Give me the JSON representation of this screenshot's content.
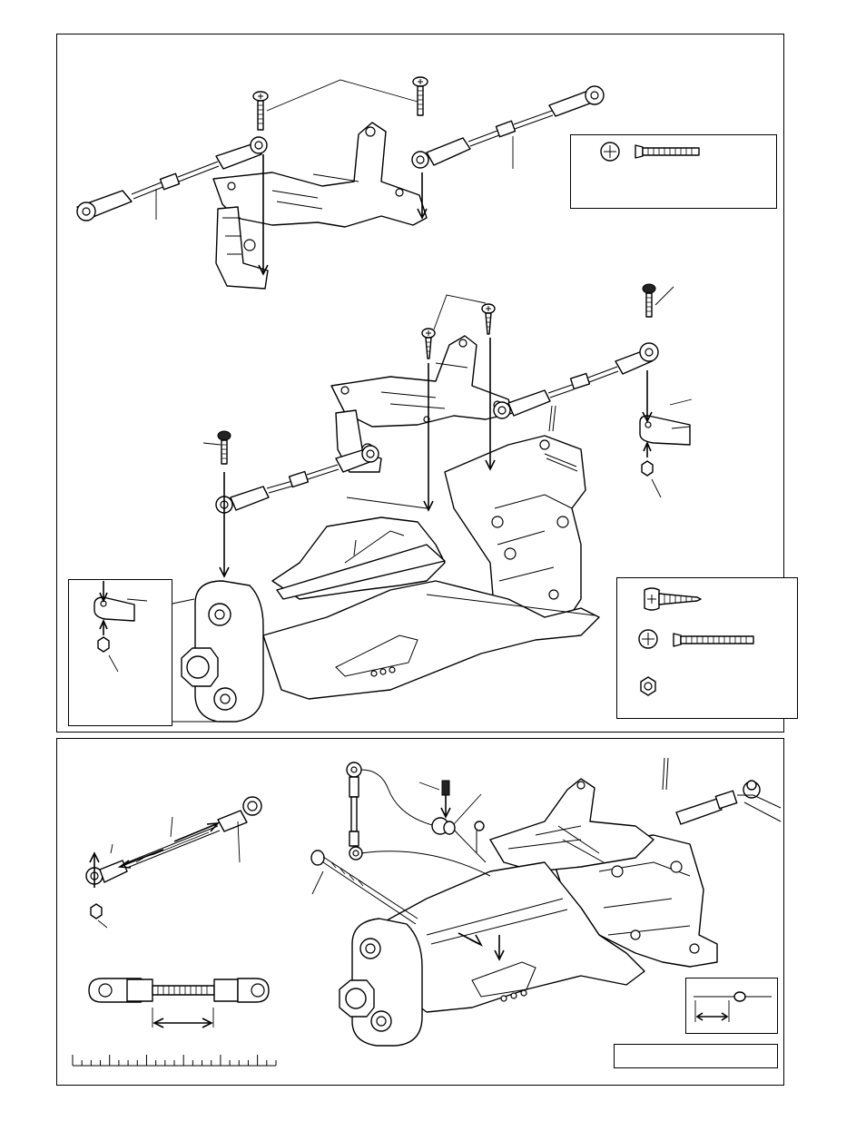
{
  "figure": {
    "panels": [
      "upper-assembly",
      "lower-assembly"
    ],
    "parts_boxes": [
      {
        "id": "box-top",
        "icons": [
          "phillips-head-icon",
          "flat-screw-icon"
        ]
      },
      {
        "id": "box-right",
        "icons": [
          "tapping-screw-icon",
          "phillips-head-icon",
          "flat-screw-icon",
          "nut-icon"
        ]
      }
    ],
    "ruler_ticks": 22
  }
}
